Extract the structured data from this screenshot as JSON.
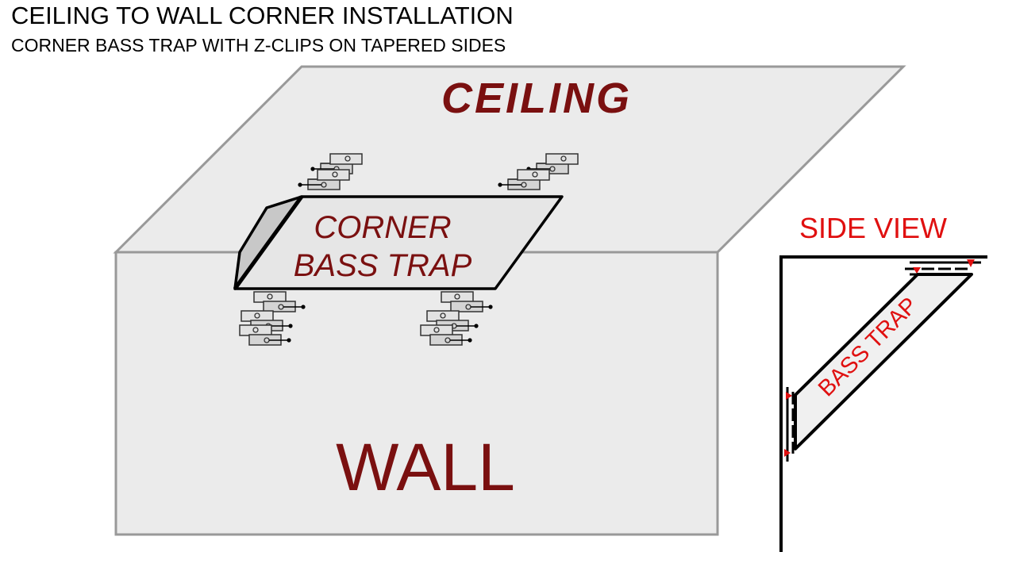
{
  "header": {
    "title": "CEILING TO WALL CORNER INSTALLATION",
    "subtitle": "CORNER BASS TRAP WITH Z-CLIPS ON TAPERED SIDES"
  },
  "labels": {
    "ceiling": "CEILING",
    "wall": "WALL",
    "trap_line1": "CORNER",
    "trap_line2": "BASS TRAP",
    "side_view": "SIDE VIEW",
    "side_trap": "BASS TRAP"
  },
  "colors": {
    "label_dark_red": "#7a1010",
    "label_red": "#e01010",
    "surface_fill": "#ebebeb",
    "surface_stroke": "#999999",
    "trap_fill": "#e6e6e6",
    "trap_side_fill": "#c8c8c8"
  }
}
